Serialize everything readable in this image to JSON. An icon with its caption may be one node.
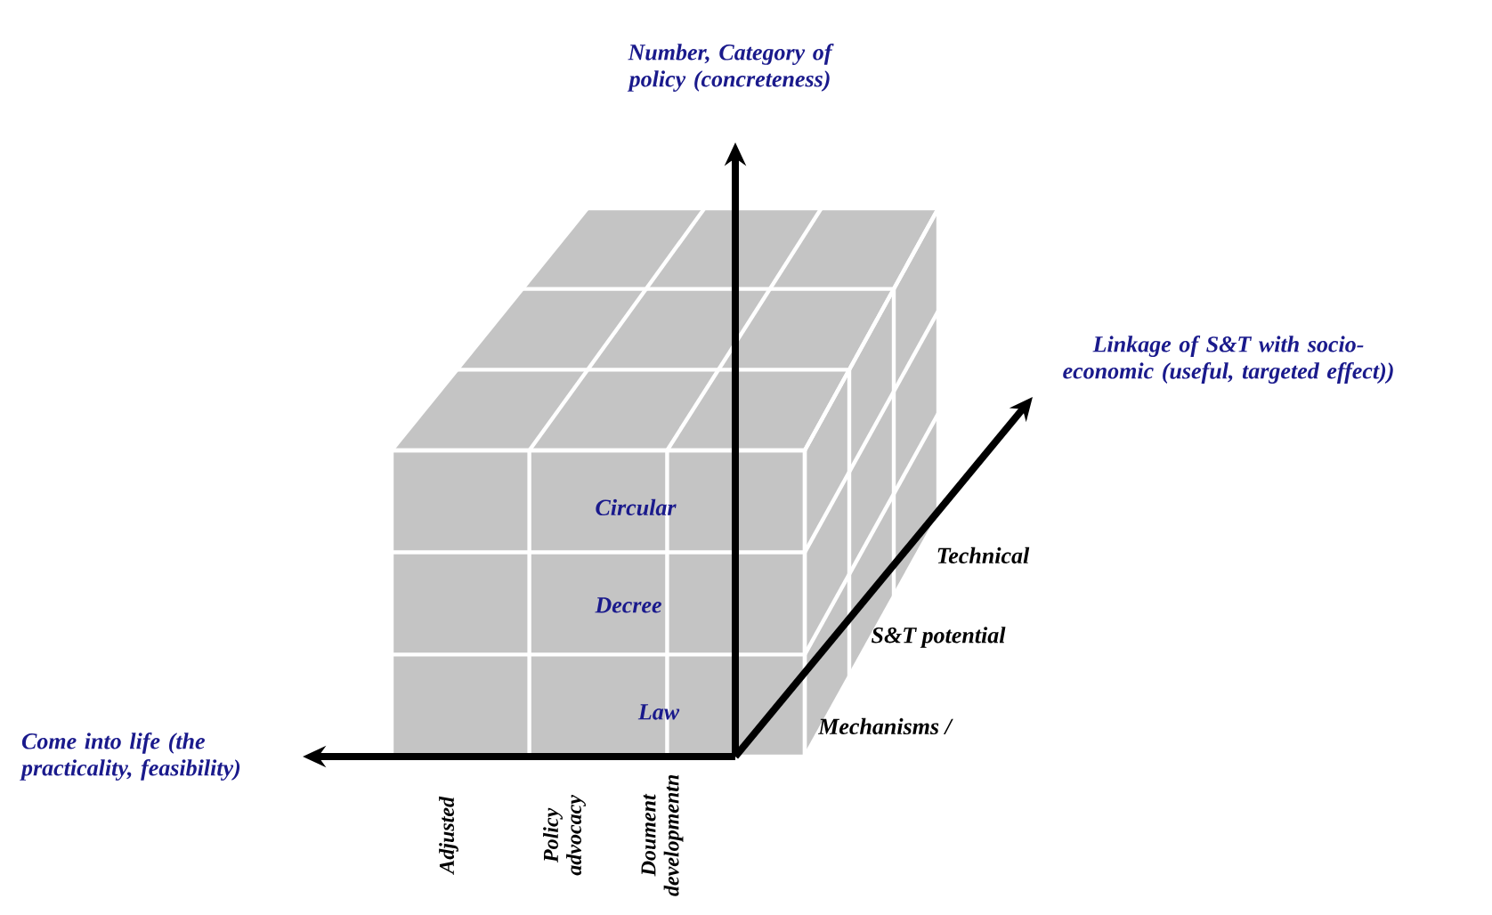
{
  "diagram": {
    "labels": [
      "Number, Category of policy (concreteness)",
      "Linkage of S&T with socio-economic (useful, targeted effect))",
      "Circular",
      "Technical",
      "Decree",
      "S&T potential",
      "Law",
      "Mechanisms /",
      "Come into life (the practicality, feasibility)",
      "Adjusted",
      "Policy advocacy",
      "Doument developmentn"
    ]
  }
}
